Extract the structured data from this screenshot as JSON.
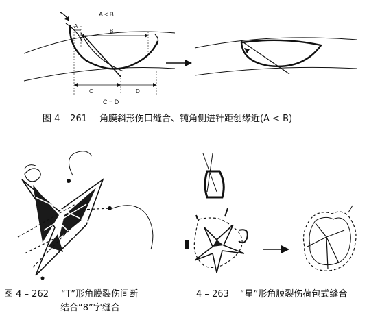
{
  "fig261": {
    "labels": {
      "a_lt_b": "A < B",
      "a": "A",
      "b": "B",
      "c": "C",
      "d": "D",
      "c_eq_d": "C = D"
    },
    "caption_num": "图 4 – 261",
    "caption_text": "角膜斜形伤口缝合、钝角侧进针距创缘近(A < B)"
  },
  "fig262": {
    "caption_num": "图 4 – 262",
    "caption_line1": "“T”形角膜裂伤间断",
    "caption_line2": "结合“8”字缝合"
  },
  "fig263": {
    "caption_num": "4 – 263",
    "caption_text": "“星”形角膜裂伤荷包式缝合"
  }
}
